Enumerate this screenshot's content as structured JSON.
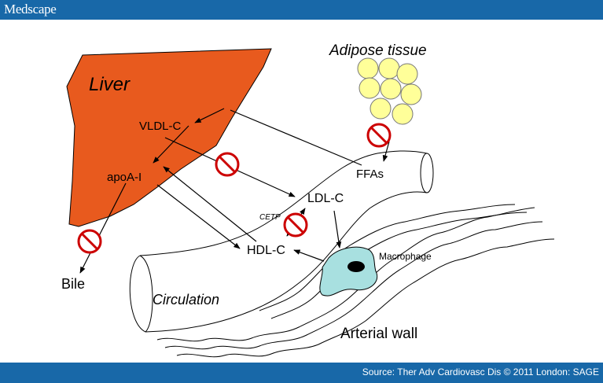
{
  "header": {
    "brand": "Medscape"
  },
  "footer": {
    "source": "Source: Ther Adv Cardiovasc Dis © 2011 London: SAGE"
  },
  "diagram": {
    "labels": {
      "liver": "Liver",
      "adipose": "Adipose tissue",
      "vldl": "VLDL-C",
      "apoa": "apoA-I",
      "ffas": "FFAs",
      "ldl": "LDL-C",
      "cetp": "CETP",
      "hdl": "HDL-C",
      "macrophage": "Macrophage",
      "bile": "Bile",
      "circulation": "Circulation",
      "arterial": "Arterial wall"
    },
    "colors": {
      "liver": "#e85a1e",
      "adipose": "#ffff99",
      "macrophage": "#a8e0e0",
      "inhibit": "#cc0000",
      "bar": "#1868a8"
    }
  }
}
